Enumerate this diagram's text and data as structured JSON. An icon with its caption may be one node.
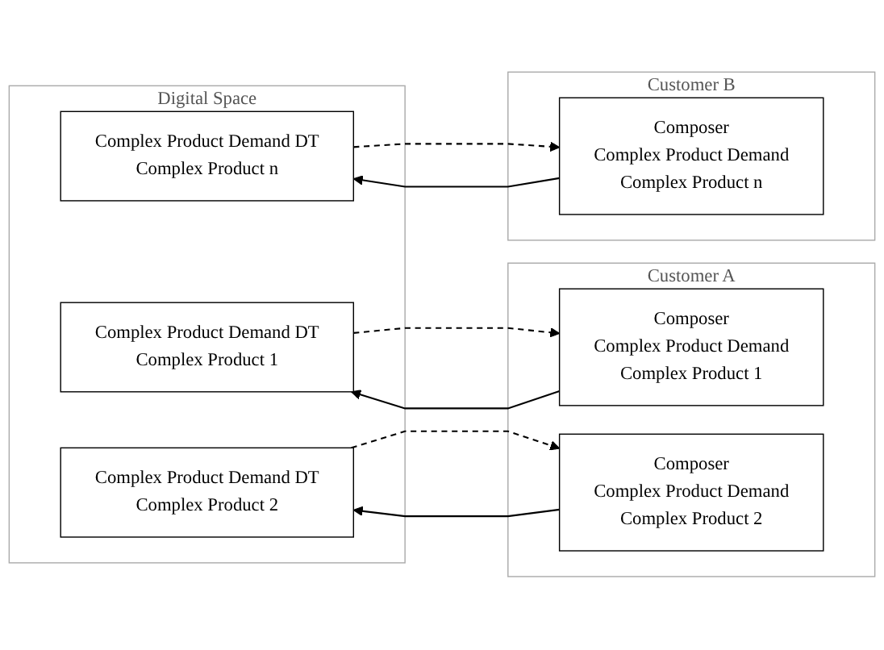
{
  "diagram": {
    "nodes": [
      {
        "text": [
          "Digital Space"
        ]
      },
      {
        "text": [
          "Complex Product Demand DT",
          "Complex Product 1"
        ],
        "in": 0
      },
      {
        "text": [
          "Complex Product Demand DT",
          "Complex Product 2"
        ],
        "in": 0
      },
      {
        "text": [
          "Complex Product Demand DT",
          "Complex Product n"
        ],
        "in": 0
      },
      {
        "text": [
          "Customer A"
        ]
      },
      {
        "text": [
          "Composer",
          "Complex Product Demand",
          "Complex Product 1"
        ],
        "in": 4
      },
      {
        "text": [
          "Composer",
          "Complex Product Demand",
          "Complex Product 2"
        ],
        "in": 4
      },
      {
        "text": [
          "Customer B"
        ]
      },
      {
        "text": [
          "Composer",
          "Complex Product Demand",
          "Complex Product n"
        ],
        "in": 7
      }
    ],
    "edges": [
      {
        "from": 5,
        "to": 1,
        "arrow": "to"
      },
      {
        "from": 1,
        "to": 5,
        "arrow": "to",
        "style": "dashed"
      },
      {
        "from": 6,
        "to": 2,
        "arrow": "to"
      },
      {
        "from": 2,
        "to": 6,
        "arrow": "to",
        "style": "dashed"
      },
      {
        "from": 8,
        "to": 3,
        "arrow": "to"
      },
      {
        "from": 3,
        "to": 8,
        "arrow": "to",
        "style": "dashed"
      }
    ]
  }
}
